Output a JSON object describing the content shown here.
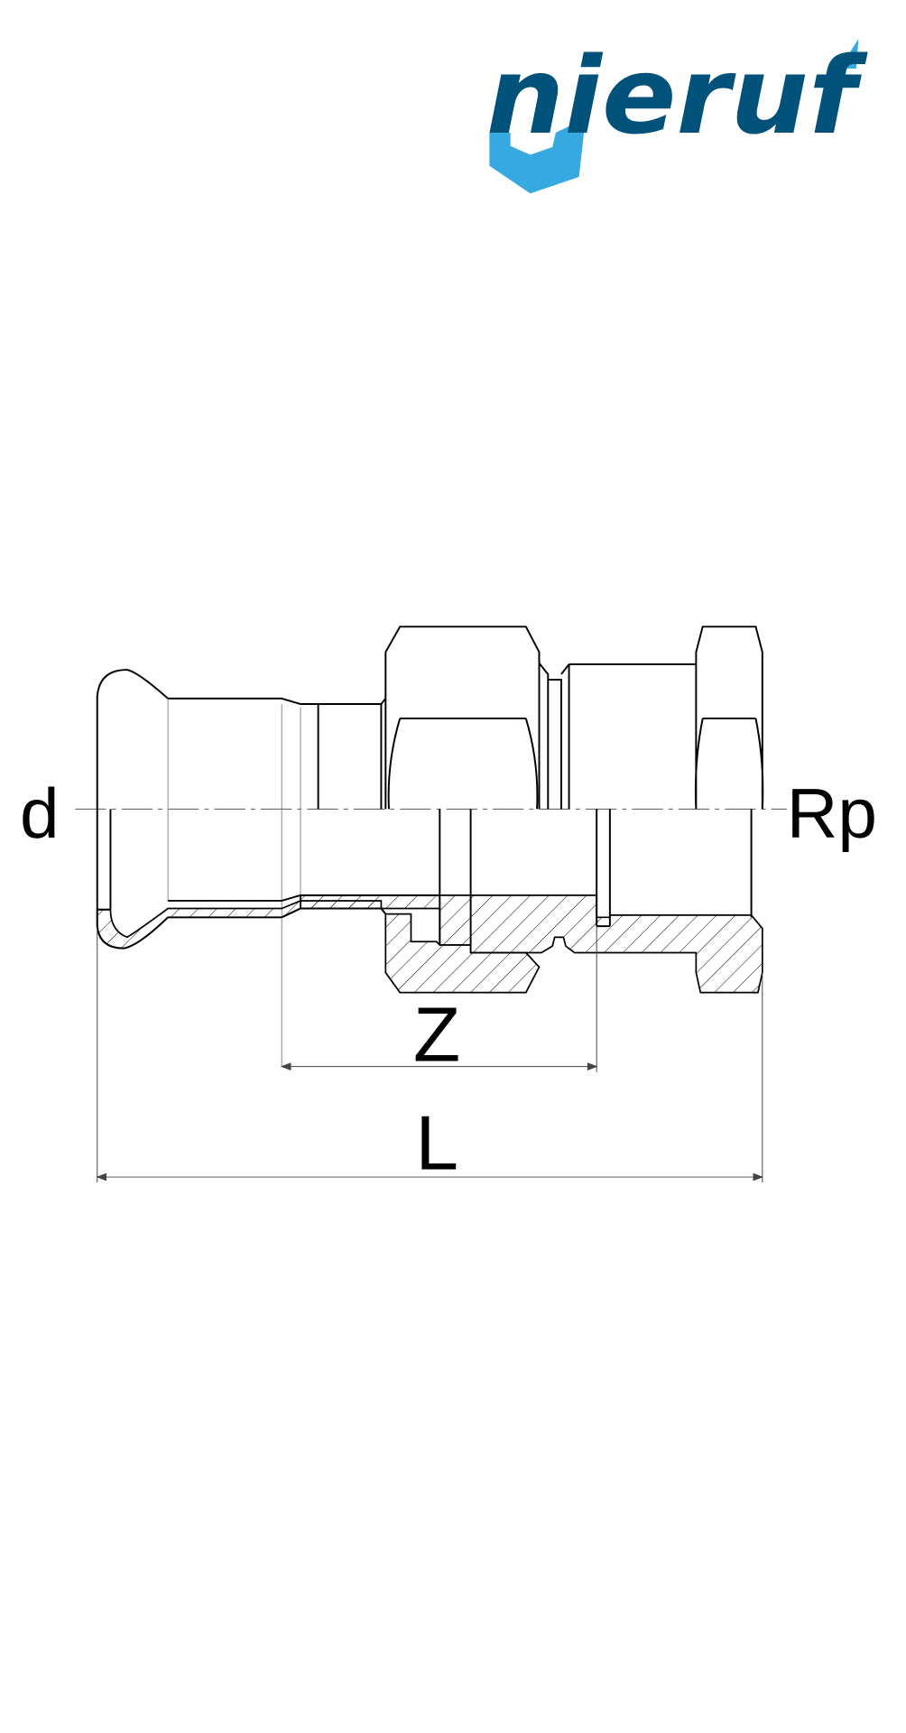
{
  "logo": {
    "text": "nieruf",
    "colors": {
      "dark": "#00527A",
      "light": "#36A9E0"
    }
  },
  "labels": {
    "d": "d",
    "rp": "Rp",
    "z": "Z",
    "l": "L"
  },
  "colors": {
    "line": "#000000",
    "thin": "#888888",
    "background": "#ffffff"
  }
}
